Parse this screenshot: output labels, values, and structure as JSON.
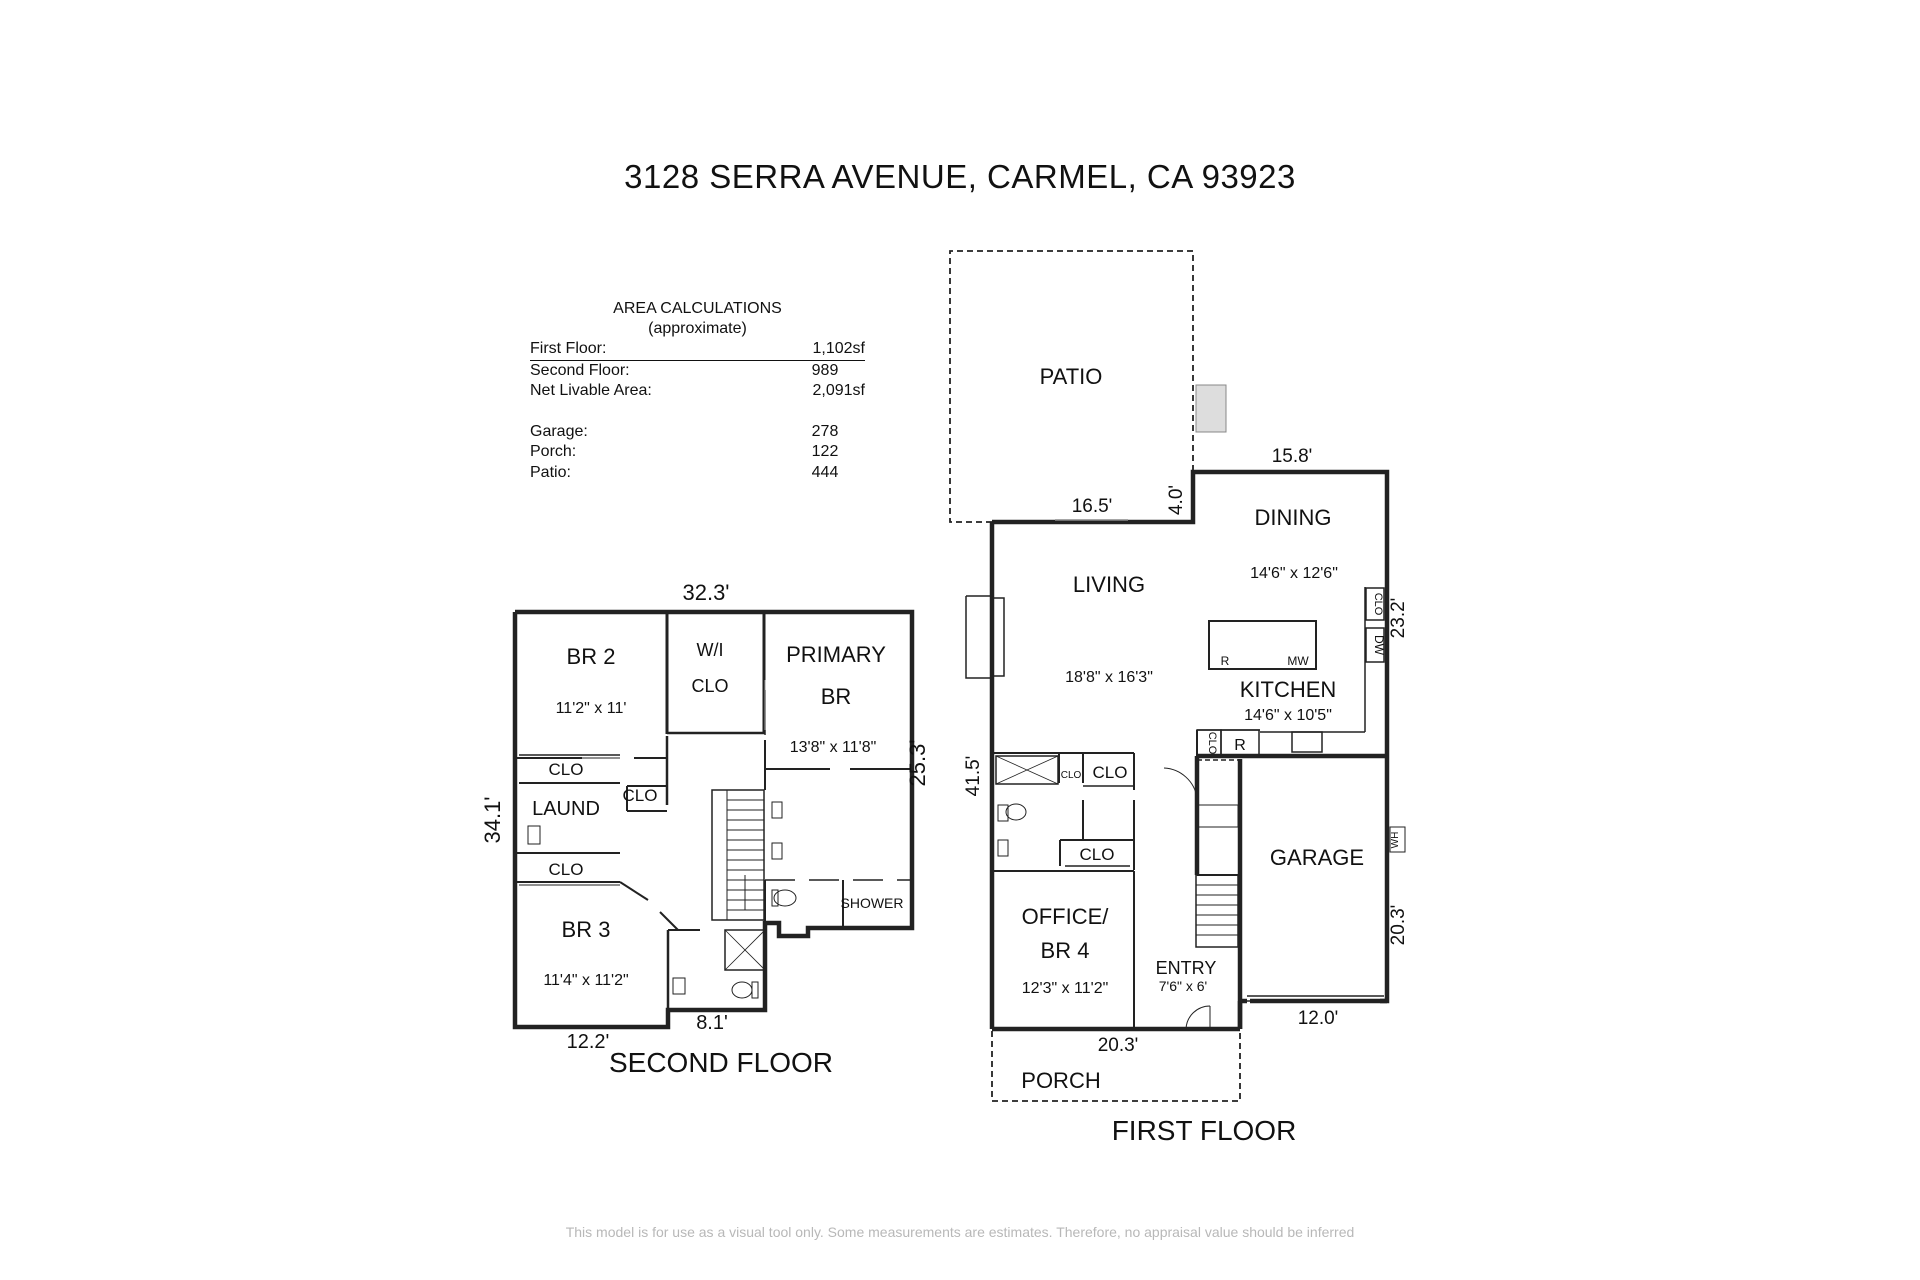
{
  "title": "3128 SERRA AVENUE, CARMEL, CA 93923",
  "area": {
    "heading": "AREA CALCULATIONS",
    "subheading": "(approximate)",
    "rows": [
      {
        "label": "First Floor:",
        "value": "1,102sf"
      },
      {
        "label": "Second Floor:",
        "value": "989"
      },
      {
        "label": "Net Livable Area:",
        "value": "2,091sf"
      },
      {
        "label": "Garage:",
        "value": "278"
      },
      {
        "label": "Porch:",
        "value": "122"
      },
      {
        "label": "Patio:",
        "value": "444"
      }
    ]
  },
  "second_floor": {
    "label": "SECOND FLOOR",
    "dims": {
      "top": "32.3'",
      "left": "34.1'",
      "right": "25.3'",
      "bottom_left": "12.2'",
      "bottom_mid": "8.1'"
    },
    "rooms": {
      "br2": {
        "name": "BR 2",
        "size": "11'2\" x 11'"
      },
      "wi1": "W/I",
      "wi2": "CLO",
      "primary1": "PRIMARY",
      "primary2": "BR",
      "primary_size": "13'8\" x 11'8\"",
      "clo1": "CLO",
      "clo2": "CLO",
      "laund": "LAUND",
      "clo3": "CLO",
      "shower": "SHOWER",
      "br3": {
        "name": "BR 3",
        "size": "11'4\" x 11'2\""
      }
    }
  },
  "first_floor": {
    "label": "FIRST FLOOR",
    "dims": {
      "patio_edge": "16.5'",
      "jog": "4.0'",
      "top_right": "15.8'",
      "right_upper": "23.2'",
      "left": "41.5'",
      "right_lower": "20.3'",
      "bottom": "20.3'",
      "garage_bottom": "12.0'"
    },
    "rooms": {
      "patio": "PATIO",
      "dining": {
        "name": "DINING",
        "size": "14'6\" x 12'6\""
      },
      "living": {
        "name": "LIVING",
        "size": "18'8\" x 16'3\""
      },
      "kitchen": {
        "name": "KITCHEN",
        "size": "14'6\" x 10'5\""
      },
      "kitchen_r": "R",
      "kitchen_mw": "MW",
      "fridge_r": "R",
      "clo_small": "CLO",
      "clo_kitchen": "CLO",
      "dw": "DW",
      "clo_mid_small": "CLO",
      "clo_mid": "CLO",
      "clo_lower": "CLO",
      "wh": "WH",
      "garage": "GARAGE",
      "office1": "OFFICE/",
      "office2": "BR 4",
      "office_size": "12'3\" x 11'2\"",
      "entry": {
        "name": "ENTRY",
        "size": "7'6\" x 6'"
      },
      "porch": "PORCH"
    }
  },
  "disclaimer": "This model is for use as a visual tool only. Some measurements are estimates. Therefore, no appraisal value should be inferred"
}
